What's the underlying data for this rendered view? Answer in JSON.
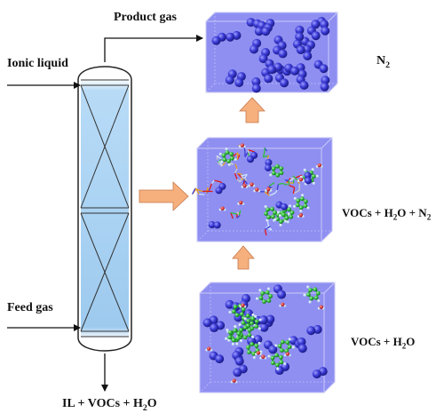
{
  "labels": {
    "product_gas": "Product gas",
    "ionic_liquid": "Ionic liquid",
    "feed_gas": "Feed gas",
    "bottom_outlet": "IL + VOCs + H",
    "bottom_outlet_sub": "2",
    "bottom_outlet_tail": "O",
    "top_box_main": "N",
    "top_box_sub": "2",
    "mid_box_main": "VOCs + H",
    "mid_box_sub1": "2",
    "mid_box_mid": "O + N",
    "mid_box_sub2": "2",
    "bot_box_main": "VOCs + H",
    "bot_box_sub": "2",
    "bot_box_tail": "O"
  },
  "colors": {
    "column_fill": "#a9d3f2",
    "column_outline": "#222222",
    "box_fill": "#8f8ff2",
    "box_edge": "#c9c9f5",
    "nitrogen": "#3b3bd6",
    "carbon": "#2fbf3a",
    "hydrogen": "#e8f4ff",
    "oxygen": "#e01818",
    "arrow": "#f6b07e",
    "arrow_edge": "#c7784a"
  },
  "icons": {
    "column": "packed-absorption-column-icon",
    "flow_arrow": "orange-block-arrow-icon",
    "molecular_box": "simulation-box-icon"
  }
}
